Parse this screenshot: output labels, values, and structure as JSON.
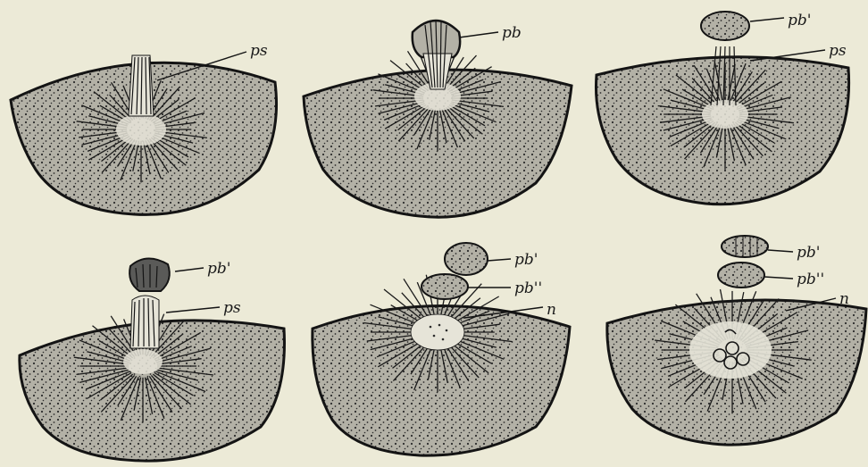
{
  "colors": {
    "paper": "#ecead7",
    "cytoplasm": "#b3b1a6",
    "stipple": "#2b2b2b",
    "outline": "#141414",
    "spindle": "#e6e4d8"
  },
  "labels": {
    "ps": "ps",
    "pb": "pb",
    "pb1": "pb'",
    "pb2": "pb''",
    "n": "n"
  },
  "figures": [
    {
      "label_keys": [
        "ps"
      ]
    },
    {
      "label_keys": [
        "pb"
      ]
    },
    {
      "label_keys": [
        "pb1",
        "ps"
      ]
    },
    {
      "label_keys": [
        "pb1",
        "ps"
      ]
    },
    {
      "label_keys": [
        "pb1",
        "pb2",
        "n"
      ]
    },
    {
      "label_keys": [
        "pb1",
        "pb2",
        "n"
      ]
    }
  ]
}
